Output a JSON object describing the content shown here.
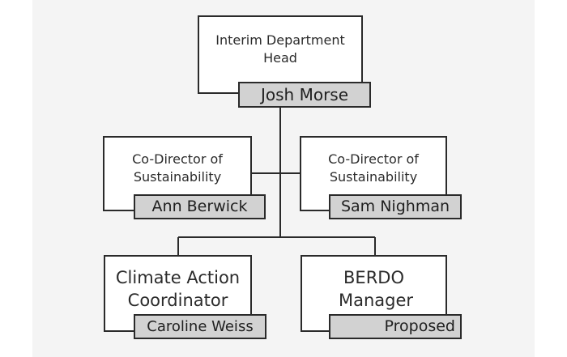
{
  "org_chart": {
    "head": {
      "title": "Interim Department Head",
      "name": "Josh Morse"
    },
    "co_director_left": {
      "title": "Co-Director of Sustainability",
      "name": "Ann Berwick"
    },
    "co_director_right": {
      "title": "Co-Director of Sustainability",
      "name": "Sam Nighman"
    },
    "climate_coordinator": {
      "title": "Climate Action Coordinator",
      "name": "Caroline Weiss"
    },
    "berdo_manager": {
      "title": "BERDO Manager",
      "name": "Proposed"
    }
  },
  "colors": {
    "line": "#2a2a2a",
    "name_fill": "#d2d2d2",
    "box_fill": "#ffffff",
    "background": "#f4f4f4"
  }
}
